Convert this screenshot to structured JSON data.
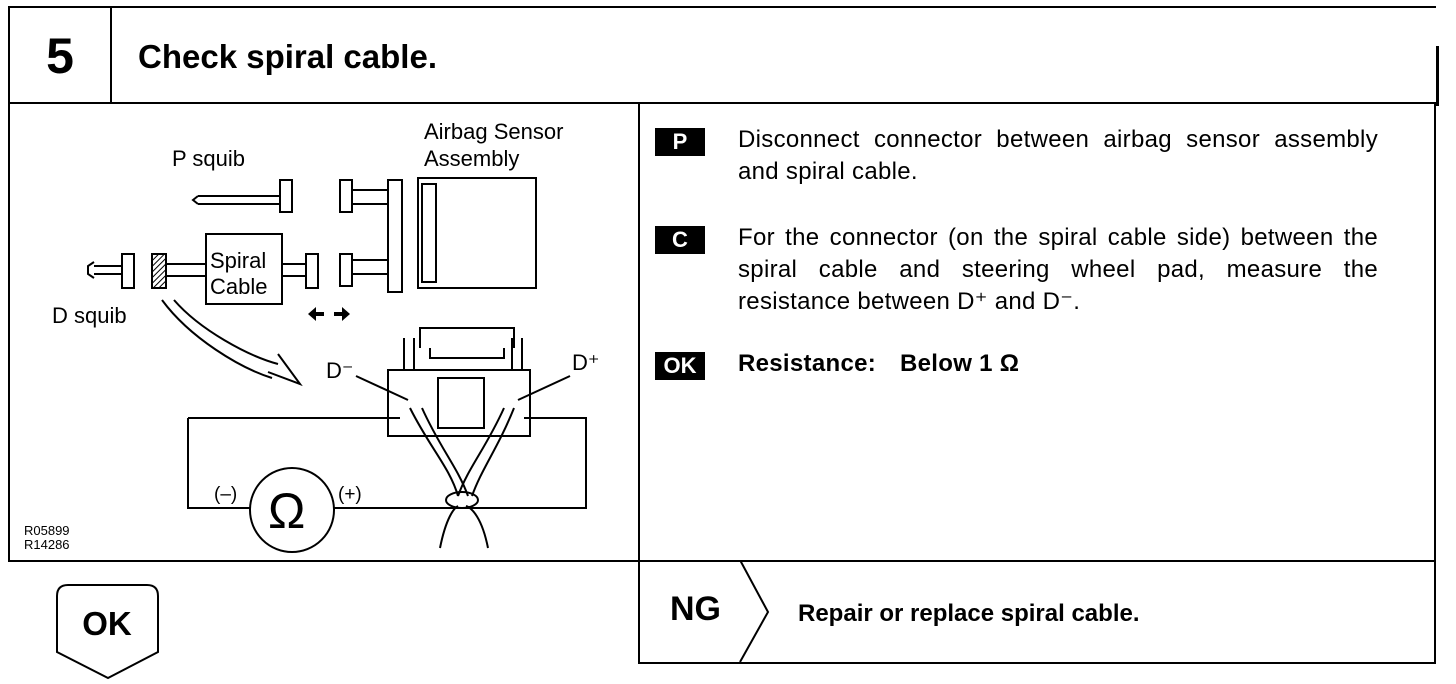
{
  "header": {
    "step_number": "5",
    "title": "Check spiral cable."
  },
  "diagram": {
    "airbag_sensor_label_1": "Airbag Sensor",
    "airbag_sensor_label_2": "Assembly",
    "p_squib": "P squib",
    "d_squib": "D squib",
    "spiral_label_1": "Spiral",
    "spiral_label_2": "Cable",
    "d_minus": "D⁻",
    "d_plus": "D⁺",
    "minus": "(–)",
    "plus": "(+)",
    "ohm": "Ω",
    "ref_1": "R05899",
    "ref_2": "R14286"
  },
  "instructions": [
    {
      "badge": "P",
      "text": "Disconnect connector between airbag sensor assembly and spiral cable."
    },
    {
      "badge": "C",
      "text": "For the connector (on the spiral cable side) between the spiral cable and steering wheel pad, measure the resistance between D⁺ and D⁻."
    }
  ],
  "ok_criteria": {
    "badge": "OK",
    "label": "Resistance:",
    "value": "Below 1 Ω"
  },
  "results": {
    "ok_label": "OK",
    "ng_label": "NG",
    "ng_action": "Repair or replace spiral cable."
  }
}
